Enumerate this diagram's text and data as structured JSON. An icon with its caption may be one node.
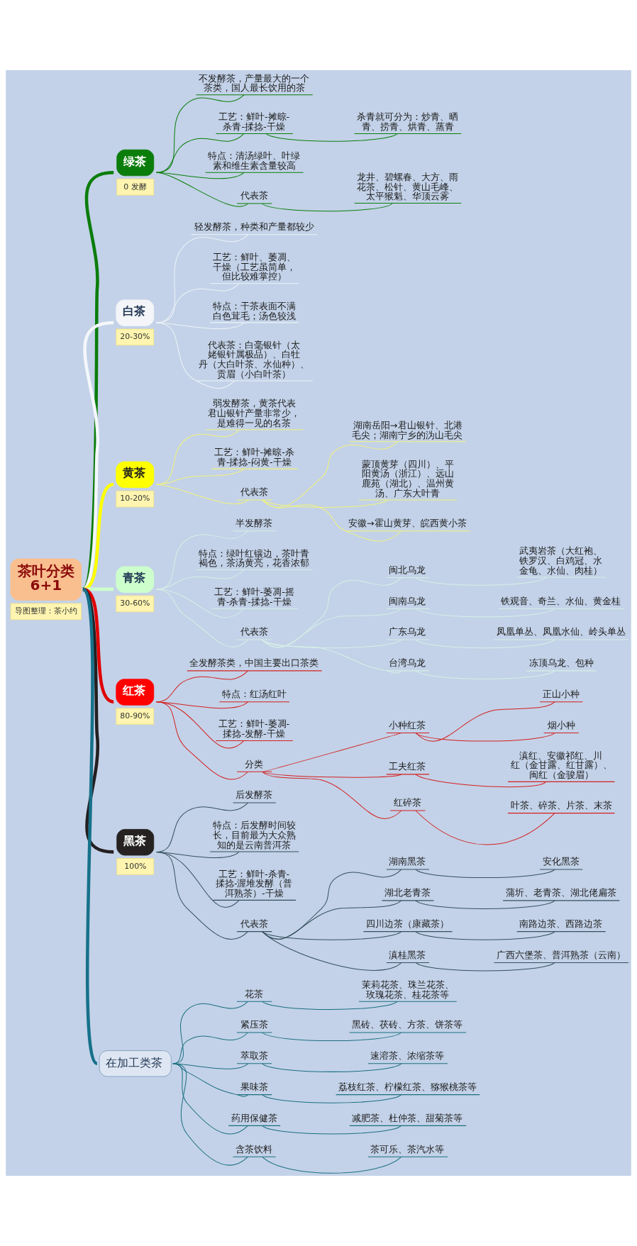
{
  "diagram": {
    "nodes": [
      {
        "text": [
          "茶叶分类",
          "6+1"
        ],
        "beside": [
          "导图整理：茶小约"
        ]
      },
      {
        "text": [
          "绿茶"
        ],
        "beside": [
          "0 发酵"
        ]
      },
      {
        "text": [
          "不发酵茶，产量最大的一个茶类，国人最长饮用的茶"
        ]
      },
      {
        "text": [
          "工艺：鲜叶-摊晾-杀青-揉捻-干燥"
        ]
      },
      {
        "text": [
          "杀青就可分为：炒青、晒青、捞青、烘青、蒸青"
        ]
      },
      {
        "text": [
          "特点：清汤绿叶、叶绿素和维生素含量较高"
        ]
      },
      {
        "text": [
          "代表茶"
        ]
      },
      {
        "text": [
          "龙井、碧螺春、大方、雨花茶、松针、黄山毛峰、太平猴魁、华顶云雾"
        ]
      },
      {
        "text": [
          "白茶"
        ],
        "beside": [
          "20-30%"
        ]
      },
      {
        "text": [
          "轻发酵茶，种类和产量都较少"
        ]
      },
      {
        "text": [
          "工艺：鲜叶、萎凋、干燥（工艺虽简单，但比较难掌控）"
        ]
      },
      {
        "text": [
          "特点：干茶表面不满白色茸毛；汤色较浅"
        ]
      },
      {
        "text": [
          "代表茶：白毫银针（太姥银针属极品）、白牡丹（大白叶茶、水仙种）、贡眉（小白叶茶）"
        ]
      },
      {
        "text": [
          "黄茶"
        ],
        "beside": [
          "10-20%"
        ]
      },
      {
        "text": [
          "弱发酵茶，黄茶代表君山银针产量非常少，是难得一见的名茶"
        ]
      },
      {
        "text": [
          "工艺：鲜叶-摊晾-杀青-揉捻-闷黄-干燥"
        ]
      },
      {
        "text": [
          "代表茶"
        ]
      },
      {
        "text": [
          "湖南岳阳→君山银针、北港毛尖；湖南宁乡的沩山毛尖"
        ]
      },
      {
        "text": [
          "蒙顶黄芽（四川）、平阳黄汤（浙江）、远山鹿苑（湖北）、温州黄汤、广东大叶青"
        ]
      },
      {
        "text": [
          "安徽→霍山黄芽、皖西黄小茶"
        ]
      },
      {
        "text": [
          "青茶"
        ],
        "beside": [
          "30-60%"
        ]
      },
      {
        "text": [
          "半发酵茶"
        ]
      },
      {
        "text": [
          "特点：绿叶红镶边，茶叶青褐色，茶汤黄亮，花香浓郁"
        ]
      },
      {
        "text": [
          "工艺：鲜叶-萎凋-摇青-杀青-揉捻-干燥"
        ]
      },
      {
        "text": [
          "代表茶"
        ]
      },
      {
        "text": [
          "闽北乌龙"
        ]
      },
      {
        "text": [
          "武夷岩茶（大红袍、铁罗汉、白鸡冠、水金龟、水仙、肉桂）"
        ]
      },
      {
        "text": [
          "闽南乌龙"
        ]
      },
      {
        "text": [
          "铁观音、奇兰、水仙、黄金桂"
        ]
      },
      {
        "text": [
          "广东乌龙"
        ]
      },
      {
        "text": [
          "凤凰单丛、凤凰水仙、岭头单丛"
        ]
      },
      {
        "text": [
          "台湾乌龙"
        ]
      },
      {
        "text": [
          "冻顶乌龙、包种"
        ]
      },
      {
        "text": [
          "红茶"
        ],
        "beside": [
          "80-90%"
        ]
      },
      {
        "text": [
          "全发酵茶类，中国主要出口茶类"
        ]
      },
      {
        "text": [
          "特点：红汤红叶"
        ]
      },
      {
        "text": [
          "工艺：鲜叶-萎凋-揉捻-发酵-干燥"
        ]
      },
      {
        "text": [
          "分类"
        ]
      },
      {
        "text": [
          "小种红茶"
        ]
      },
      {
        "text": [
          "正山小种"
        ]
      },
      {
        "text": [
          "烟小种"
        ]
      },
      {
        "text": [
          "工夫红茶"
        ]
      },
      {
        "text": [
          "滇红、安徽祁红、川红（金甘露、红甘露）、闽红（金骏眉）"
        ]
      },
      {
        "text": [
          "红碎茶"
        ]
      },
      {
        "text": [
          "叶茶、碎茶、片茶、末茶"
        ]
      },
      {
        "text": [
          "黑茶"
        ],
        "beside": [
          "100%"
        ]
      },
      {
        "text": [
          "后发酵茶"
        ]
      },
      {
        "text": [
          "特点：后发酵时间较长，目前最为大众熟知的是云南普洱茶"
        ]
      },
      {
        "text": [
          "工艺：鲜叶-杀青-揉捻-渥堆发酵（普洱熟茶）-干燥"
        ]
      },
      {
        "text": [
          "代表茶"
        ]
      },
      {
        "text": [
          "湖南黑茶"
        ]
      },
      {
        "text": [
          "安化黑茶"
        ]
      },
      {
        "text": [
          "湖北老青茶"
        ]
      },
      {
        "text": [
          "蒲圻、老青茶、湖北佬扁茶"
        ]
      },
      {
        "text": [
          "四川边茶（康藏茶）"
        ]
      },
      {
        "text": [
          "南路边茶、西路边茶"
        ]
      },
      {
        "text": [
          "滇桂黑茶"
        ]
      },
      {
        "text": [
          "广西六堡茶、普洱熟茶（云南）"
        ]
      },
      {
        "text": [
          "在加工类茶"
        ]
      },
      {
        "text": [
          "花茶"
        ]
      },
      {
        "text": [
          "茉莉花茶、珠兰花茶、玫瑰花茶、桂花茶等"
        ]
      },
      {
        "text": [
          "紧压茶"
        ]
      },
      {
        "text": [
          "黑砖、茯砖、方茶、饼茶等"
        ]
      },
      {
        "text": [
          "萃取茶"
        ]
      },
      {
        "text": [
          "速溶茶、浓缩茶等"
        ]
      },
      {
        "text": [
          "果味茶"
        ]
      },
      {
        "text": [
          "荔枝红茶、柠檬红茶、猕猴桃茶等"
        ]
      },
      {
        "text": [
          "药用保健茶"
        ]
      },
      {
        "text": [
          "减肥茶、杜仲茶、甜菊茶等"
        ]
      },
      {
        "text": [
          "含茶饮料"
        ]
      },
      {
        "text": [
          "茶可乐、茶汽水等"
        ]
      }
    ],
    "edges": [
      {
        "from": 0,
        "to": 1,
        "arrow": "none",
        "style": "thick",
        "color": "#0b7d0b"
      },
      {
        "from": 0,
        "to": 8,
        "arrow": "none",
        "style": "thick",
        "color": "#f4f7fa"
      },
      {
        "from": 0,
        "to": 13,
        "arrow": "none",
        "style": "thick",
        "color": "#ffff00"
      },
      {
        "from": 0,
        "to": 20,
        "arrow": "none",
        "style": "thick",
        "color": "#ccffcc"
      },
      {
        "from": 0,
        "to": 33,
        "arrow": "none",
        "style": "thick",
        "color": "#e00000"
      },
      {
        "from": 0,
        "to": 45,
        "arrow": "none",
        "style": "thick",
        "color": "#231f20"
      },
      {
        "from": 0,
        "to": 58,
        "arrow": "none",
        "style": "thick",
        "color": "#17718a"
      },
      {
        "from": 1,
        "to": 2,
        "arrow": "none",
        "color": "#0b7d0b"
      },
      {
        "from": 1,
        "to": 3,
        "arrow": "none",
        "color": "#0b7d0b"
      },
      {
        "from": 3,
        "to": 4,
        "arrow": "none",
        "color": "#0b7d0b"
      },
      {
        "from": 1,
        "to": 5,
        "arrow": "none",
        "color": "#0b7d0b"
      },
      {
        "from": 1,
        "to": 6,
        "arrow": "none",
        "color": "#0b7d0b"
      },
      {
        "from": 6,
        "to": 7,
        "arrow": "none",
        "color": "#0b7d0b"
      },
      {
        "from": 8,
        "to": 9,
        "arrow": "none",
        "color": "#eef3f8"
      },
      {
        "from": 8,
        "to": 10,
        "arrow": "none",
        "color": "#eef3f8"
      },
      {
        "from": 8,
        "to": 11,
        "arrow": "none",
        "color": "#eef3f8"
      },
      {
        "from": 8,
        "to": 12,
        "arrow": "none",
        "color": "#eef3f8"
      },
      {
        "from": 13,
        "to": 14,
        "arrow": "none",
        "color": "#f2f27a"
      },
      {
        "from": 13,
        "to": 15,
        "arrow": "none",
        "color": "#f2f27a"
      },
      {
        "from": 13,
        "to": 16,
        "arrow": "none",
        "color": "#f2f27a"
      },
      {
        "from": 16,
        "to": 17,
        "arrow": "none",
        "color": "#f2f27a"
      },
      {
        "from": 16,
        "to": 18,
        "arrow": "none",
        "color": "#f2f27a"
      },
      {
        "from": 16,
        "to": 19,
        "arrow": "none",
        "color": "#f2f27a"
      },
      {
        "from": 20,
        "to": 21,
        "arrow": "none",
        "color": "#d6f0e6"
      },
      {
        "from": 20,
        "to": 22,
        "arrow": "none",
        "color": "#d6f0e6"
      },
      {
        "from": 20,
        "to": 23,
        "arrow": "none",
        "color": "#d6f0e6"
      },
      {
        "from": 20,
        "to": 24,
        "arrow": "none",
        "color": "#d6f0e6"
      },
      {
        "from": 24,
        "to": 25,
        "arrow": "none",
        "color": "#d6f0e6"
      },
      {
        "from": 25,
        "to": 26,
        "arrow": "none",
        "color": "#d6f0e6"
      },
      {
        "from": 24,
        "to": 27,
        "arrow": "none",
        "color": "#d6f0e6"
      },
      {
        "from": 27,
        "to": 28,
        "arrow": "none",
        "color": "#d6f0e6"
      },
      {
        "from": 24,
        "to": 29,
        "arrow": "none",
        "color": "#d6f0e6"
      },
      {
        "from": 29,
        "to": 30,
        "arrow": "none",
        "color": "#d6f0e6"
      },
      {
        "from": 24,
        "to": 31,
        "arrow": "none",
        "color": "#d6f0e6"
      },
      {
        "from": 31,
        "to": 32,
        "arrow": "none",
        "color": "#d6f0e6"
      },
      {
        "from": 33,
        "to": 34,
        "arrow": "none",
        "color": "#d42020"
      },
      {
        "from": 33,
        "to": 35,
        "arrow": "none",
        "color": "#d42020"
      },
      {
        "from": 33,
        "to": 36,
        "arrow": "none",
        "color": "#d42020"
      },
      {
        "from": 33,
        "to": 37,
        "arrow": "none",
        "color": "#d42020"
      },
      {
        "from": 37,
        "to": 38,
        "arrow": "none",
        "color": "#d42020"
      },
      {
        "from": 38,
        "to": 39,
        "arrow": "none",
        "color": "#d42020"
      },
      {
        "from": 38,
        "to": 40,
        "arrow": "none",
        "color": "#d42020"
      },
      {
        "from": 37,
        "to": 41,
        "arrow": "none",
        "color": "#d42020"
      },
      {
        "from": 41,
        "to": 42,
        "arrow": "none",
        "color": "#d42020"
      },
      {
        "from": 37,
        "to": 43,
        "arrow": "none",
        "color": "#d42020"
      },
      {
        "from": 43,
        "to": 44,
        "arrow": "none",
        "color": "#d42020"
      },
      {
        "from": 45,
        "to": 46,
        "arrow": "none",
        "color": "#35505e"
      },
      {
        "from": 45,
        "to": 47,
        "arrow": "none",
        "color": "#35505e"
      },
      {
        "from": 45,
        "to": 48,
        "arrow": "none",
        "color": "#35505e"
      },
      {
        "from": 45,
        "to": 49,
        "arrow": "none",
        "color": "#35505e"
      },
      {
        "from": 49,
        "to": 50,
        "arrow": "none",
        "color": "#35505e"
      },
      {
        "from": 50,
        "to": 51,
        "arrow": "none",
        "color": "#35505e"
      },
      {
        "from": 49,
        "to": 52,
        "arrow": "none",
        "color": "#35505e"
      },
      {
        "from": 52,
        "to": 53,
        "arrow": "none",
        "color": "#35505e"
      },
      {
        "from": 49,
        "to": 54,
        "arrow": "none",
        "color": "#35505e"
      },
      {
        "from": 54,
        "to": 55,
        "arrow": "none",
        "color": "#35505e"
      },
      {
        "from": 49,
        "to": 56,
        "arrow": "none",
        "color": "#35505e"
      },
      {
        "from": 56,
        "to": 57,
        "arrow": "none",
        "color": "#35505e"
      },
      {
        "from": 58,
        "to": 59,
        "arrow": "none",
        "color": "#1c6f80"
      },
      {
        "from": 59,
        "to": 60,
        "arrow": "none",
        "color": "#1c6f80"
      },
      {
        "from": 58,
        "to": 61,
        "arrow": "none",
        "color": "#1c6f80"
      },
      {
        "from": 61,
        "to": 62,
        "arrow": "none",
        "color": "#1c6f80"
      },
      {
        "from": 58,
        "to": 63,
        "arrow": "none",
        "color": "#1c6f80"
      },
      {
        "from": 63,
        "to": 64,
        "arrow": "none",
        "color": "#1c6f80"
      },
      {
        "from": 58,
        "to": 65,
        "arrow": "none",
        "color": "#1c6f80"
      },
      {
        "from": 65,
        "to": 66,
        "arrow": "none",
        "color": "#1c6f80"
      },
      {
        "from": 58,
        "to": 67,
        "arrow": "none",
        "color": "#1c6f80"
      },
      {
        "from": 67,
        "to": 68,
        "arrow": "none",
        "color": "#1c6f80"
      },
      {
        "from": 58,
        "to": 69,
        "arrow": "none",
        "color": "#1c6f80"
      },
      {
        "from": 69,
        "to": 70,
        "arrow": "none",
        "color": "#1c6f80"
      }
    ]
  }
}
